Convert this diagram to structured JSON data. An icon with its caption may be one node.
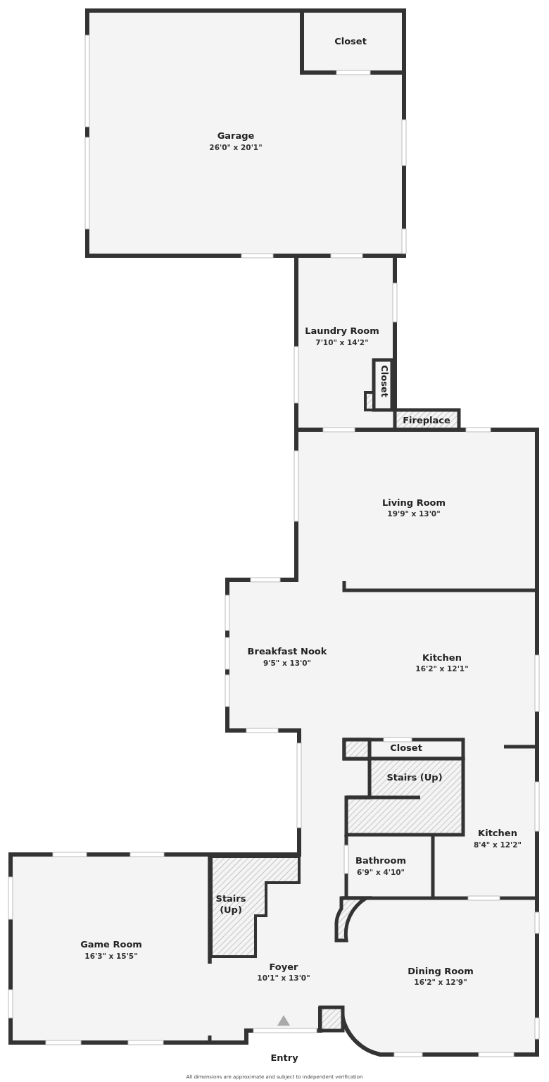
{
  "diagram": {
    "labels": [
      "Closet",
      "Garage",
      "26'0\" x 20'1\"",
      "Laundry Room",
      "7'10\" x 14'2\"",
      "Closet",
      "Fireplace",
      "Living Room",
      "19'9\" x 13'0\"",
      "Breakfast Nook",
      "9'5\" x 13'0\"",
      "Kitchen",
      "16'2\" x 12'1\"",
      "Closet",
      "Stairs (Up)",
      "Kitchen",
      "8'4\" x 12'2\"",
      "Bathroom",
      "6'9\" x 4'10\"",
      "Stairs (Up)",
      "Game Room",
      "16'3\" x 15'5\"",
      "Foyer",
      "10'1\" x 13'0\"",
      "Dining Room",
      "16'2\" x 12'9\"",
      "Entry",
      "All dimensions are approximate and subject to independent verification"
    ]
  }
}
